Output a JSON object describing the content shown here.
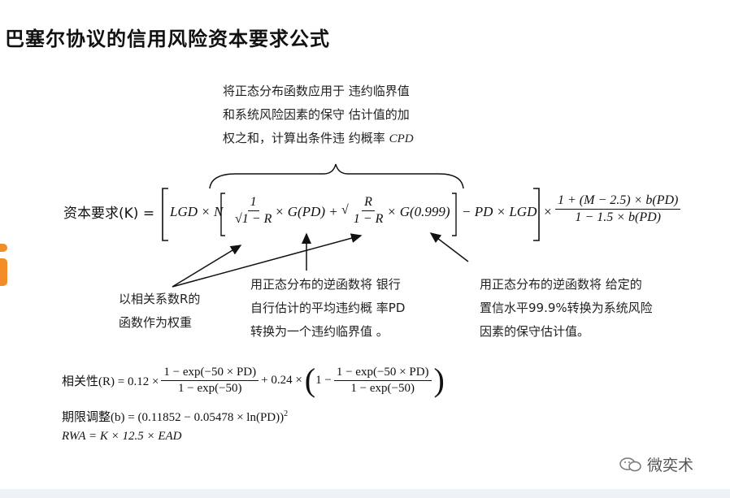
{
  "title": "巴塞尔协议的信用风险资本要求公式",
  "annotations": {
    "top": [
      "将正态分布函数应用于 违约临界值",
      "和系统风险因素的保守 估计值的加",
      "权之和，计算出条件违 约概率"
    ],
    "top_cpd": "CPD",
    "left": [
      "以相关系数R的",
      "函数作为权重"
    ],
    "middle": [
      "用正态分布的逆函数将 银行",
      "自行估计的平均违约概 率PD",
      "转换为一个违约临界值 。"
    ],
    "right": [
      "用正态分布的逆函数将 给定的",
      "置信水平99.9%转换为系统风险",
      "因素的保守估计值。"
    ]
  },
  "main_formula": {
    "lhs": "资本要求(K) =",
    "lgd_n": "LGD × N",
    "frac1_num": "1",
    "frac1_den": "√1 − R",
    "g_pd": "× G(PD) +",
    "frac2_num": "R",
    "frac2_den": "1 − R",
    "g_999": "× G(0.999)",
    "minus": "− PD × LGD",
    "times": "×",
    "adj_num": "1 + (M − 2.5) × b(PD)",
    "adj_den": "1 − 1.5 × b(PD)"
  },
  "correlation_formula": {
    "lhs": "相关性(R) = 0.12 ×",
    "f1_num": "1 − exp(−50 × PD)",
    "f1_den": "1 − exp(−50)",
    "mid": "+ 0.24 ×",
    "one_minus": "1 −",
    "f2_num": "1 − exp(−50 × PD)",
    "f2_den": "1 − exp(−50)"
  },
  "maturity_formula": {
    "text": "期限调整(b) = (0.11852 − 0.05478 × ln(PD))",
    "exp": "2"
  },
  "rwa_formula": {
    "text": "RWA = K × 12.5 × EAD"
  },
  "watermark": "微奕术",
  "colors": {
    "accent_orange": "#f28c28",
    "text": "#111111"
  }
}
